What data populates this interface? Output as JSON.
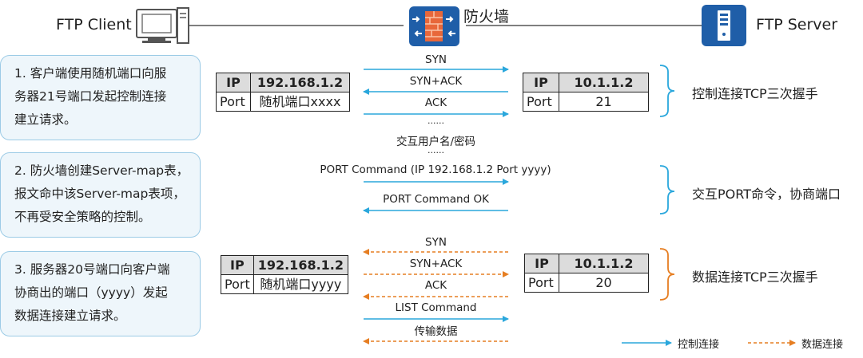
{
  "header": {
    "client": "FTP Client",
    "firewall": "防火墙",
    "server": "FTP Server"
  },
  "steps": [
    {
      "line1": "1. 客户端使用随机端口向服",
      "line2": "务器21号端口发起控制连接",
      "line3": "建立请求。"
    },
    {
      "line1": "2. 防火墙创建Server-map表，",
      "line2": "报文命中该Server-map表项，",
      "line3": "不再受安全策略的控制。"
    },
    {
      "line1": "3. 服务器20号端口向客户端",
      "line2": "协商出的端口（yyyy）发起",
      "line3": "数据连接建立请求。"
    }
  ],
  "client_table_1": {
    "h1": "IP",
    "h2": "192.168.1.2",
    "r1": "Port",
    "r2": "随机端口xxxx"
  },
  "server_table_1": {
    "h1": "IP",
    "h2": "10.1.1.2",
    "r1": "Port",
    "r2": "21"
  },
  "client_table_2": {
    "h1": "IP",
    "h2": "192.168.1.2",
    "r1": "Port",
    "r2": "随机端口yyyy"
  },
  "server_table_2": {
    "h1": "IP",
    "h2": "10.1.1.2",
    "r1": "Port",
    "r2": "20"
  },
  "messages": {
    "syn1": "SYN",
    "synack1": "SYN+ACK",
    "ack1": "ACK",
    "dots1": "......",
    "userpass": "交互用户名/密码",
    "dots2": "......",
    "port_cmd": "PORT Command (IP 192.168.1.2 Port yyyy)",
    "port_ok": "PORT Command OK",
    "syn2": "SYN",
    "synack2": "SYN+ACK",
    "ack2": "ACK",
    "list": "LIST Command",
    "transfer": "传输数据"
  },
  "summaries": {
    "s1": "控制连接TCP三次握手",
    "s2": "交互PORT命令，协商端口",
    "s3": "数据连接TCP三次握手"
  },
  "legend": {
    "control": "控制连接",
    "data": "数据连接",
    "control_color": "#2aa7dc",
    "data_color": "#e67e22"
  },
  "icons": [
    "computer-icon",
    "firewall-icon",
    "server-icon"
  ]
}
